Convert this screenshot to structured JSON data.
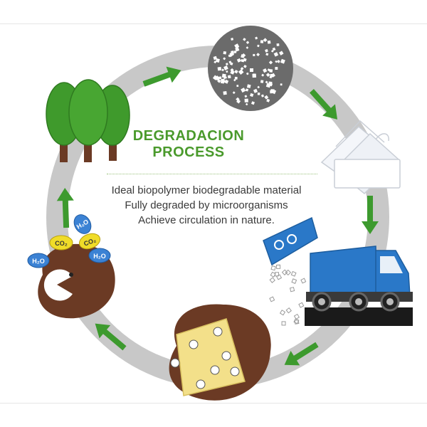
{
  "title": {
    "line1": "DEGRADACION",
    "line2": "PROCESS"
  },
  "description": {
    "line1": "Ideal biopolymer biodegradable material",
    "line2": "Fully degraded by microorganisms",
    "line3": "Achieve circulation in nature."
  },
  "molecules": {
    "h2o_left": "H₂O",
    "h2o_top": "H₂O",
    "co2_left": "CO₂",
    "co2_right": "CO₂",
    "h2o_right": "H₂O"
  },
  "colors": {
    "ring": "#c8c8c8",
    "arrow": "#3d9a2e",
    "tree": "#3f9a2c",
    "soil": "#6b3a24",
    "truck": "#2a78c8",
    "water_molecule": "#3b82d4",
    "co2_molecule": "#f0dc28",
    "title": "#4a9a2c"
  },
  "icons": [
    "trees-icon",
    "plastic-granules-icon",
    "plastic-bags-icon",
    "garbage-truck-icon",
    "buried-material-icon",
    "microorganism-soil-icon"
  ]
}
